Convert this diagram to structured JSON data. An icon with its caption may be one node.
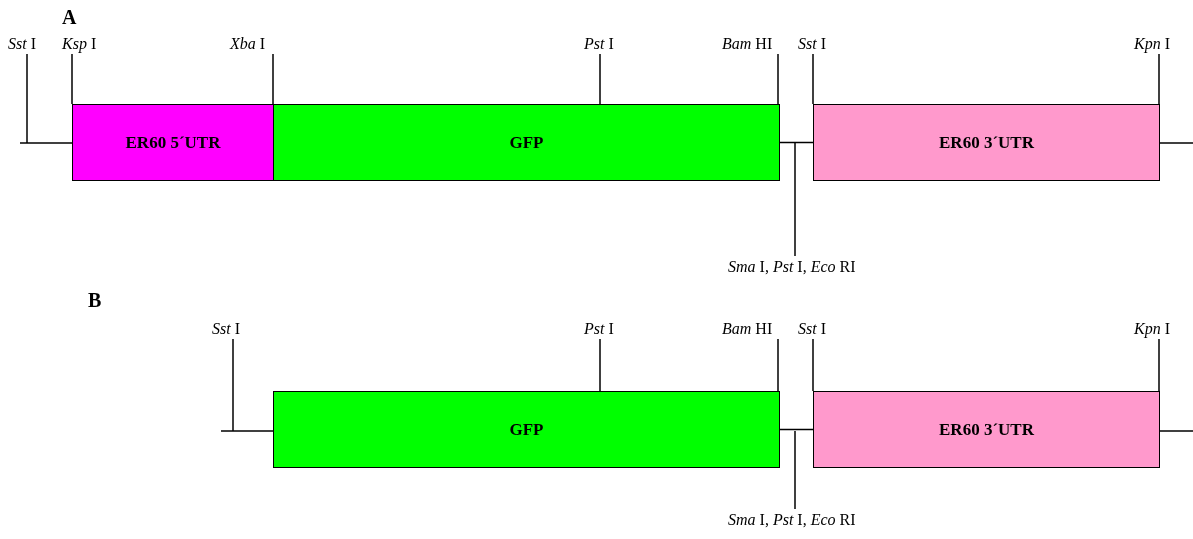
{
  "diagram": {
    "nodes": [
      {
        "text": [
          "ER60 5´UTR"
        ]
      },
      {
        "text": [
          "GFP"
        ]
      },
      {
        "text": [
          "ER60 3´UTR"
        ]
      },
      {
        "text": [
          "*Sst* I"
        ]
      },
      {
        "text": [
          "*Ksp* I"
        ]
      },
      {
        "text": [
          "*Xba* I"
        ]
      },
      {
        "text": [
          "*Pst* I"
        ]
      },
      {
        "text": [
          "*Bam* HI"
        ]
      },
      {
        "text": [
          "*Sst* I"
        ]
      },
      {
        "text": [
          "*Kpn* I"
        ]
      },
      {
        "text": [
          "*Sma* I, *Pst* I, *Eco* RI"
        ]
      },
      {
        "text": [
          "GFP"
        ]
      },
      {
        "text": [
          "ER60 3´UTR"
        ]
      },
      {
        "text": [
          "*Sst* I"
        ]
      },
      {
        "text": [
          "*Pst* I"
        ]
      },
      {
        "text": [
          "*Bam* HI"
        ]
      },
      {
        "text": [
          "*Sst* I"
        ]
      },
      {
        "text": [
          "*Kpn* I"
        ]
      },
      {
        "text": [
          "*Sma* I, *Pst* I, *Eco* RI"
        ]
      }
    ],
    "edges": [
      {
        "from": 3,
        "to": null,
        "arrow": "none"
      },
      {
        "from": 4,
        "to": 0,
        "arrow": "none"
      },
      {
        "from": 5,
        "to": 1,
        "arrow": "none"
      },
      {
        "from": 6,
        "to": 1,
        "arrow": "none"
      },
      {
        "from": 7,
        "to": 1,
        "arrow": "none"
      },
      {
        "from": 8,
        "to": 2,
        "arrow": "none"
      },
      {
        "from": 9,
        "to": 2,
        "arrow": "none"
      },
      {
        "from": 10,
        "to": null,
        "arrow": "none"
      },
      {
        "from": 13,
        "to": null,
        "arrow": "none"
      },
      {
        "from": 14,
        "to": 11,
        "arrow": "none"
      },
      {
        "from": 15,
        "to": 11,
        "arrow": "none"
      },
      {
        "from": 16,
        "to": 12,
        "arrow": "none"
      },
      {
        "from": 17,
        "to": 12,
        "arrow": "none"
      },
      {
        "from": 18,
        "to": null,
        "arrow": "none"
      },
      {
        "from": 1,
        "to": 2,
        "arrow": "none"
      },
      {
        "from": 11,
        "to": 12,
        "arrow": "none"
      }
    ],
    "labels": [
      "A",
      "B"
    ]
  }
}
